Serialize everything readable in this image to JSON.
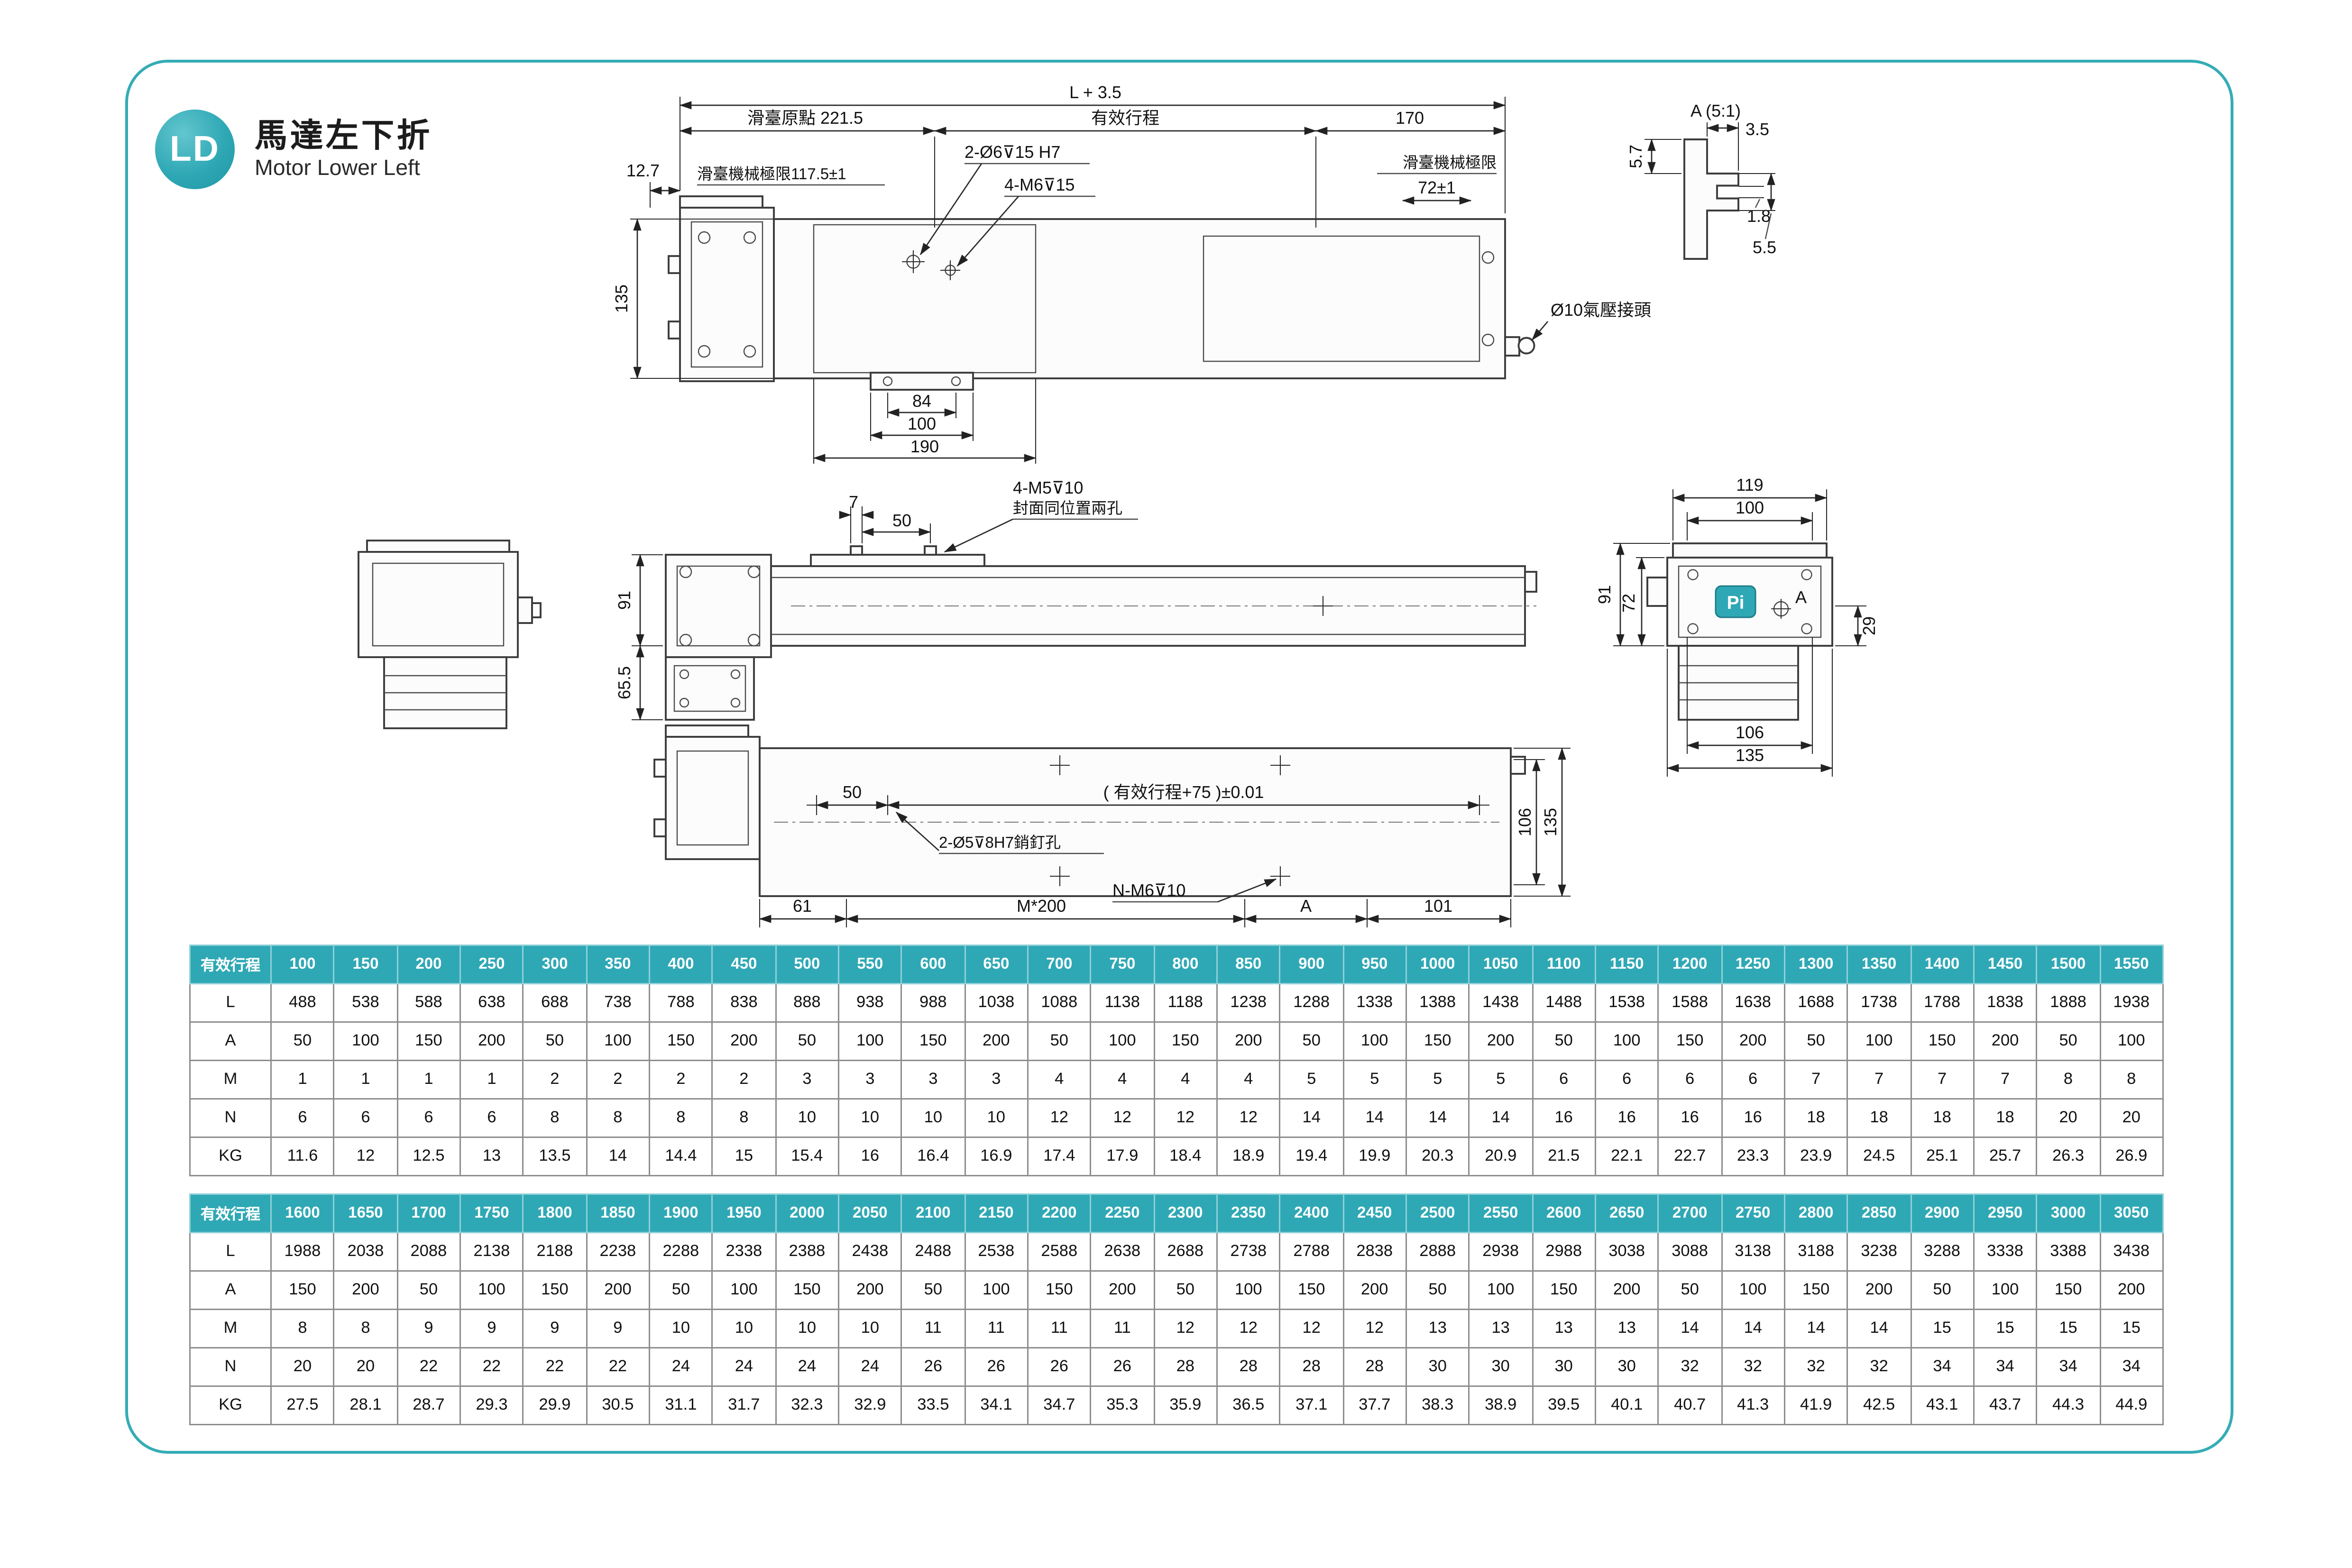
{
  "colors": {
    "accent": "#2fa8b5",
    "frame_border": "#35acb6",
    "table_grid": "#8d8d8d"
  },
  "header": {
    "badge": "LD",
    "title_zh": "馬達左下折",
    "title_en": "Motor Lower Left"
  },
  "drawing": {
    "title_detail": "A (5:1)",
    "labels": {
      "l35": "L + 3.5",
      "origin": "滑臺原點 221.5",
      "stroke": "有效行程",
      "d170": "170",
      "d127": "12.7",
      "limitL": "滑臺機械極限117.5±1",
      "holesTop1": "2-Ø6⊽15  H7",
      "holesTop2": "4-M6⊽15",
      "limitR1": "滑臺機械極限",
      "limitR2": "72±1",
      "d135": "135",
      "d84": "84",
      "d100": "100",
      "d190": "190",
      "air": "Ø10氣壓接頭",
      "d35": "3.5",
      "d57": "5.7",
      "d18": "1.8",
      "d55": "5.5",
      "d7": "7",
      "d50": "50",
      "m5a": "4-M5⊽10",
      "m5b": "封面同位置兩孔",
      "d91": "91",
      "d655": "65.5",
      "d119": "119",
      "d72": "72",
      "d29": "29",
      "d106": "106",
      "strokeTol": "( 有效行程+75 )±0.01",
      "pin": "2-Ø5⊽8H7銷釘孔",
      "d61": "61",
      "m200": "M*200",
      "nm6": "N-M6⊽10",
      "A": "A",
      "d101": "101",
      "logo": "Pi"
    }
  },
  "tables": [
    {
      "header_label": "有效行程",
      "strokes": [
        "100",
        "150",
        "200",
        "250",
        "300",
        "350",
        "400",
        "450",
        "500",
        "550",
        "600",
        "650",
        "700",
        "750",
        "800",
        "850",
        "900",
        "950",
        "1000",
        "1050",
        "1100",
        "1150",
        "1200",
        "1250",
        "1300",
        "1350",
        "1400",
        "1450",
        "1500",
        "1550"
      ],
      "rows": [
        {
          "label": "L",
          "values": [
            "488",
            "538",
            "588",
            "638",
            "688",
            "738",
            "788",
            "838",
            "888",
            "938",
            "988",
            "1038",
            "1088",
            "1138",
            "1188",
            "1238",
            "1288",
            "1338",
            "1388",
            "1438",
            "1488",
            "1538",
            "1588",
            "1638",
            "1688",
            "1738",
            "1788",
            "1838",
            "1888",
            "1938"
          ]
        },
        {
          "label": "A",
          "values": [
            "50",
            "100",
            "150",
            "200",
            "50",
            "100",
            "150",
            "200",
            "50",
            "100",
            "150",
            "200",
            "50",
            "100",
            "150",
            "200",
            "50",
            "100",
            "150",
            "200",
            "50",
            "100",
            "150",
            "200",
            "50",
            "100",
            "150",
            "200",
            "50",
            "100"
          ]
        },
        {
          "label": "M",
          "values": [
            "1",
            "1",
            "1",
            "1",
            "2",
            "2",
            "2",
            "2",
            "3",
            "3",
            "3",
            "3",
            "4",
            "4",
            "4",
            "4",
            "5",
            "5",
            "5",
            "5",
            "6",
            "6",
            "6",
            "6",
            "7",
            "7",
            "7",
            "7",
            "8",
            "8"
          ]
        },
        {
          "label": "N",
          "values": [
            "6",
            "6",
            "6",
            "6",
            "8",
            "8",
            "8",
            "8",
            "10",
            "10",
            "10",
            "10",
            "12",
            "12",
            "12",
            "12",
            "14",
            "14",
            "14",
            "14",
            "16",
            "16",
            "16",
            "16",
            "18",
            "18",
            "18",
            "18",
            "20",
            "20"
          ]
        },
        {
          "label": "KG",
          "values": [
            "11.6",
            "12",
            "12.5",
            "13",
            "13.5",
            "14",
            "14.4",
            "15",
            "15.4",
            "16",
            "16.4",
            "16.9",
            "17.4",
            "17.9",
            "18.4",
            "18.9",
            "19.4",
            "19.9",
            "20.3",
            "20.9",
            "21.5",
            "22.1",
            "22.7",
            "23.3",
            "23.9",
            "24.5",
            "25.1",
            "25.7",
            "26.3",
            "26.9"
          ]
        }
      ]
    },
    {
      "header_label": "有效行程",
      "strokes": [
        "1600",
        "1650",
        "1700",
        "1750",
        "1800",
        "1850",
        "1900",
        "1950",
        "2000",
        "2050",
        "2100",
        "2150",
        "2200",
        "2250",
        "2300",
        "2350",
        "2400",
        "2450",
        "2500",
        "2550",
        "2600",
        "2650",
        "2700",
        "2750",
        "2800",
        "2850",
        "2900",
        "2950",
        "3000",
        "3050"
      ],
      "rows": [
        {
          "label": "L",
          "values": [
            "1988",
            "2038",
            "2088",
            "2138",
            "2188",
            "2238",
            "2288",
            "2338",
            "2388",
            "2438",
            "2488",
            "2538",
            "2588",
            "2638",
            "2688",
            "2738",
            "2788",
            "2838",
            "2888",
            "2938",
            "2988",
            "3038",
            "3088",
            "3138",
            "3188",
            "3238",
            "3288",
            "3338",
            "3388",
            "3438"
          ]
        },
        {
          "label": "A",
          "values": [
            "150",
            "200",
            "50",
            "100",
            "150",
            "200",
            "50",
            "100",
            "150",
            "200",
            "50",
            "100",
            "150",
            "200",
            "50",
            "100",
            "150",
            "200",
            "50",
            "100",
            "150",
            "200",
            "50",
            "100",
            "150",
            "200",
            "50",
            "100",
            "150",
            "200"
          ]
        },
        {
          "label": "M",
          "values": [
            "8",
            "8",
            "9",
            "9",
            "9",
            "9",
            "10",
            "10",
            "10",
            "10",
            "11",
            "11",
            "11",
            "11",
            "12",
            "12",
            "12",
            "12",
            "13",
            "13",
            "13",
            "13",
            "14",
            "14",
            "14",
            "14",
            "15",
            "15",
            "15",
            "15"
          ]
        },
        {
          "label": "N",
          "values": [
            "20",
            "20",
            "22",
            "22",
            "22",
            "22",
            "24",
            "24",
            "24",
            "24",
            "26",
            "26",
            "26",
            "26",
            "28",
            "28",
            "28",
            "28",
            "30",
            "30",
            "30",
            "30",
            "32",
            "32",
            "32",
            "32",
            "34",
            "34",
            "34",
            "34"
          ]
        },
        {
          "label": "KG",
          "values": [
            "27.5",
            "28.1",
            "28.7",
            "29.3",
            "29.9",
            "30.5",
            "31.1",
            "31.7",
            "32.3",
            "32.9",
            "33.5",
            "34.1",
            "34.7",
            "35.3",
            "35.9",
            "36.5",
            "37.1",
            "37.7",
            "38.3",
            "38.9",
            "39.5",
            "40.1",
            "40.7",
            "41.3",
            "41.9",
            "42.5",
            "43.1",
            "43.7",
            "44.3",
            "44.9"
          ]
        }
      ]
    }
  ]
}
